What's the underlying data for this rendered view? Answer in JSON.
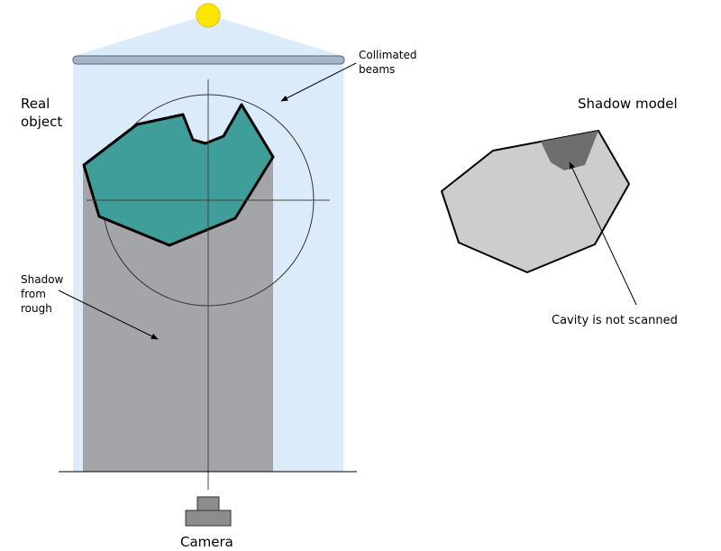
{
  "labels": {
    "real_object": [
      "Real",
      "object"
    ],
    "collimated_beams": [
      "Collimated",
      "beams"
    ],
    "shadow_from_rough": [
      "Shadow",
      "from",
      "rough"
    ],
    "shadow_model": "Shadow model",
    "cavity_not_scanned": "Cavity is not scanned",
    "camera": "Camera"
  },
  "colors": {
    "light_source": "#FFE600",
    "beam": "#DCEBFA",
    "lens": "#A5B5C8",
    "object_fill": "#3F9E9A",
    "shadow": "#A3A5A8",
    "model_fill": "#CDCDCD",
    "cavity": "#6E6E6E",
    "camera": "#8C8C8C"
  }
}
